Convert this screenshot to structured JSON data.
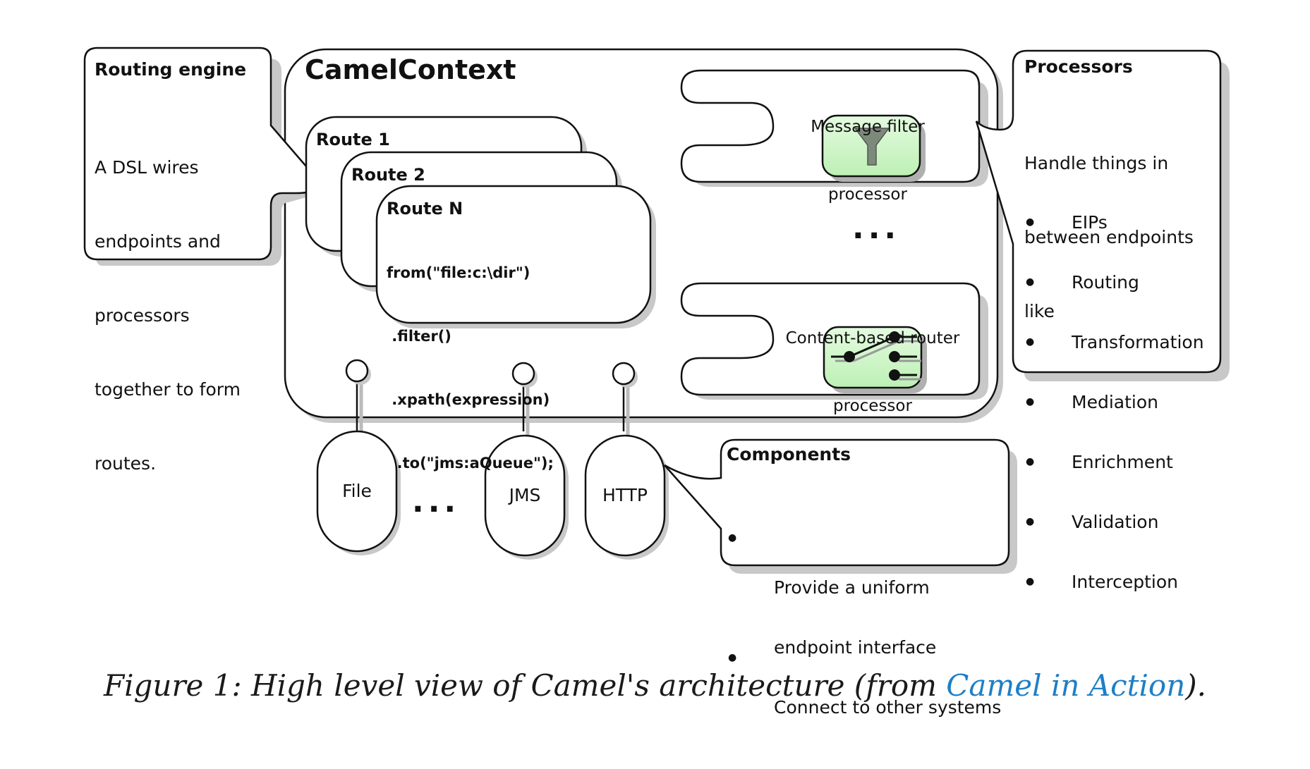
{
  "context": {
    "title": "CamelContext"
  },
  "routing_engine": {
    "title": "Routing engine",
    "body_lines": [
      "A DSL wires",
      "endpoints and",
      "processors",
      "together to form",
      "routes."
    ]
  },
  "routes": {
    "route1": "Route 1",
    "route2": "Route 2",
    "routeN": "Route N",
    "code_lines": [
      "from(\"file:c:\\dir\")",
      " .filter()",
      " .xpath(expression)",
      "  .to(\"jms:aQueue\");"
    ]
  },
  "processors": {
    "message_filter": {
      "label_lines": [
        "Message filter",
        "processor"
      ]
    },
    "content_router": {
      "label_lines": [
        "Content-based router",
        "processor"
      ]
    },
    "ellipsis": "..."
  },
  "processors_callout": {
    "title": "Processors",
    "intro_lines": [
      "Handle things in",
      "between endpoints",
      "like"
    ],
    "items": [
      "EIPs",
      "Routing",
      "Transformation",
      "Mediation",
      "Enrichment",
      "Validation",
      "Interception"
    ]
  },
  "components": {
    "file": "File",
    "ellipsis": "...",
    "jms": "JMS",
    "http": "HTTP"
  },
  "components_callout": {
    "title": "Components",
    "items": [
      [
        "Provide a uniform",
        "endpoint interface"
      ],
      [
        "Connect to other systems"
      ]
    ]
  },
  "caption": {
    "prefix": "Figure 1: High level view of Camel's architecture (from ",
    "link": "Camel in Action",
    "suffix": ")."
  },
  "colors": {
    "processor_fill": "#ccf5c4",
    "link": "#1e7fc6",
    "shadow": "#c8c8c8"
  }
}
